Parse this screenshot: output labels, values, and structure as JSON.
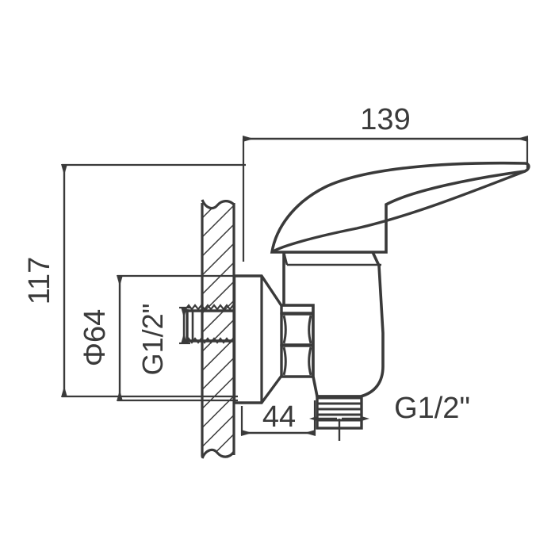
{
  "drawing": {
    "type": "engineering-dimension-drawing",
    "subject": "wall-mounted single-lever shower mixer faucet",
    "background_color": "#ffffff",
    "line_color": "#3a3a3a",
    "units": "mm",
    "dimensions": {
      "overall_length": {
        "label": "139",
        "orientation": "horizontal",
        "position": "top"
      },
      "overall_height": {
        "label": "117",
        "orientation": "vertical",
        "position": "left"
      },
      "flange_diameter": {
        "label": "Φ64",
        "orientation": "vertical",
        "position": "left-inner"
      },
      "inlet_thread": {
        "label": "G1/2\"",
        "orientation": "vertical",
        "position": "left-inner-2"
      },
      "projection_depth": {
        "label": "44",
        "orientation": "horizontal",
        "position": "bottom"
      },
      "outlet_thread": {
        "label": "G1/2\"",
        "orientation": "horizontal",
        "position": "bottom-right"
      }
    }
  }
}
